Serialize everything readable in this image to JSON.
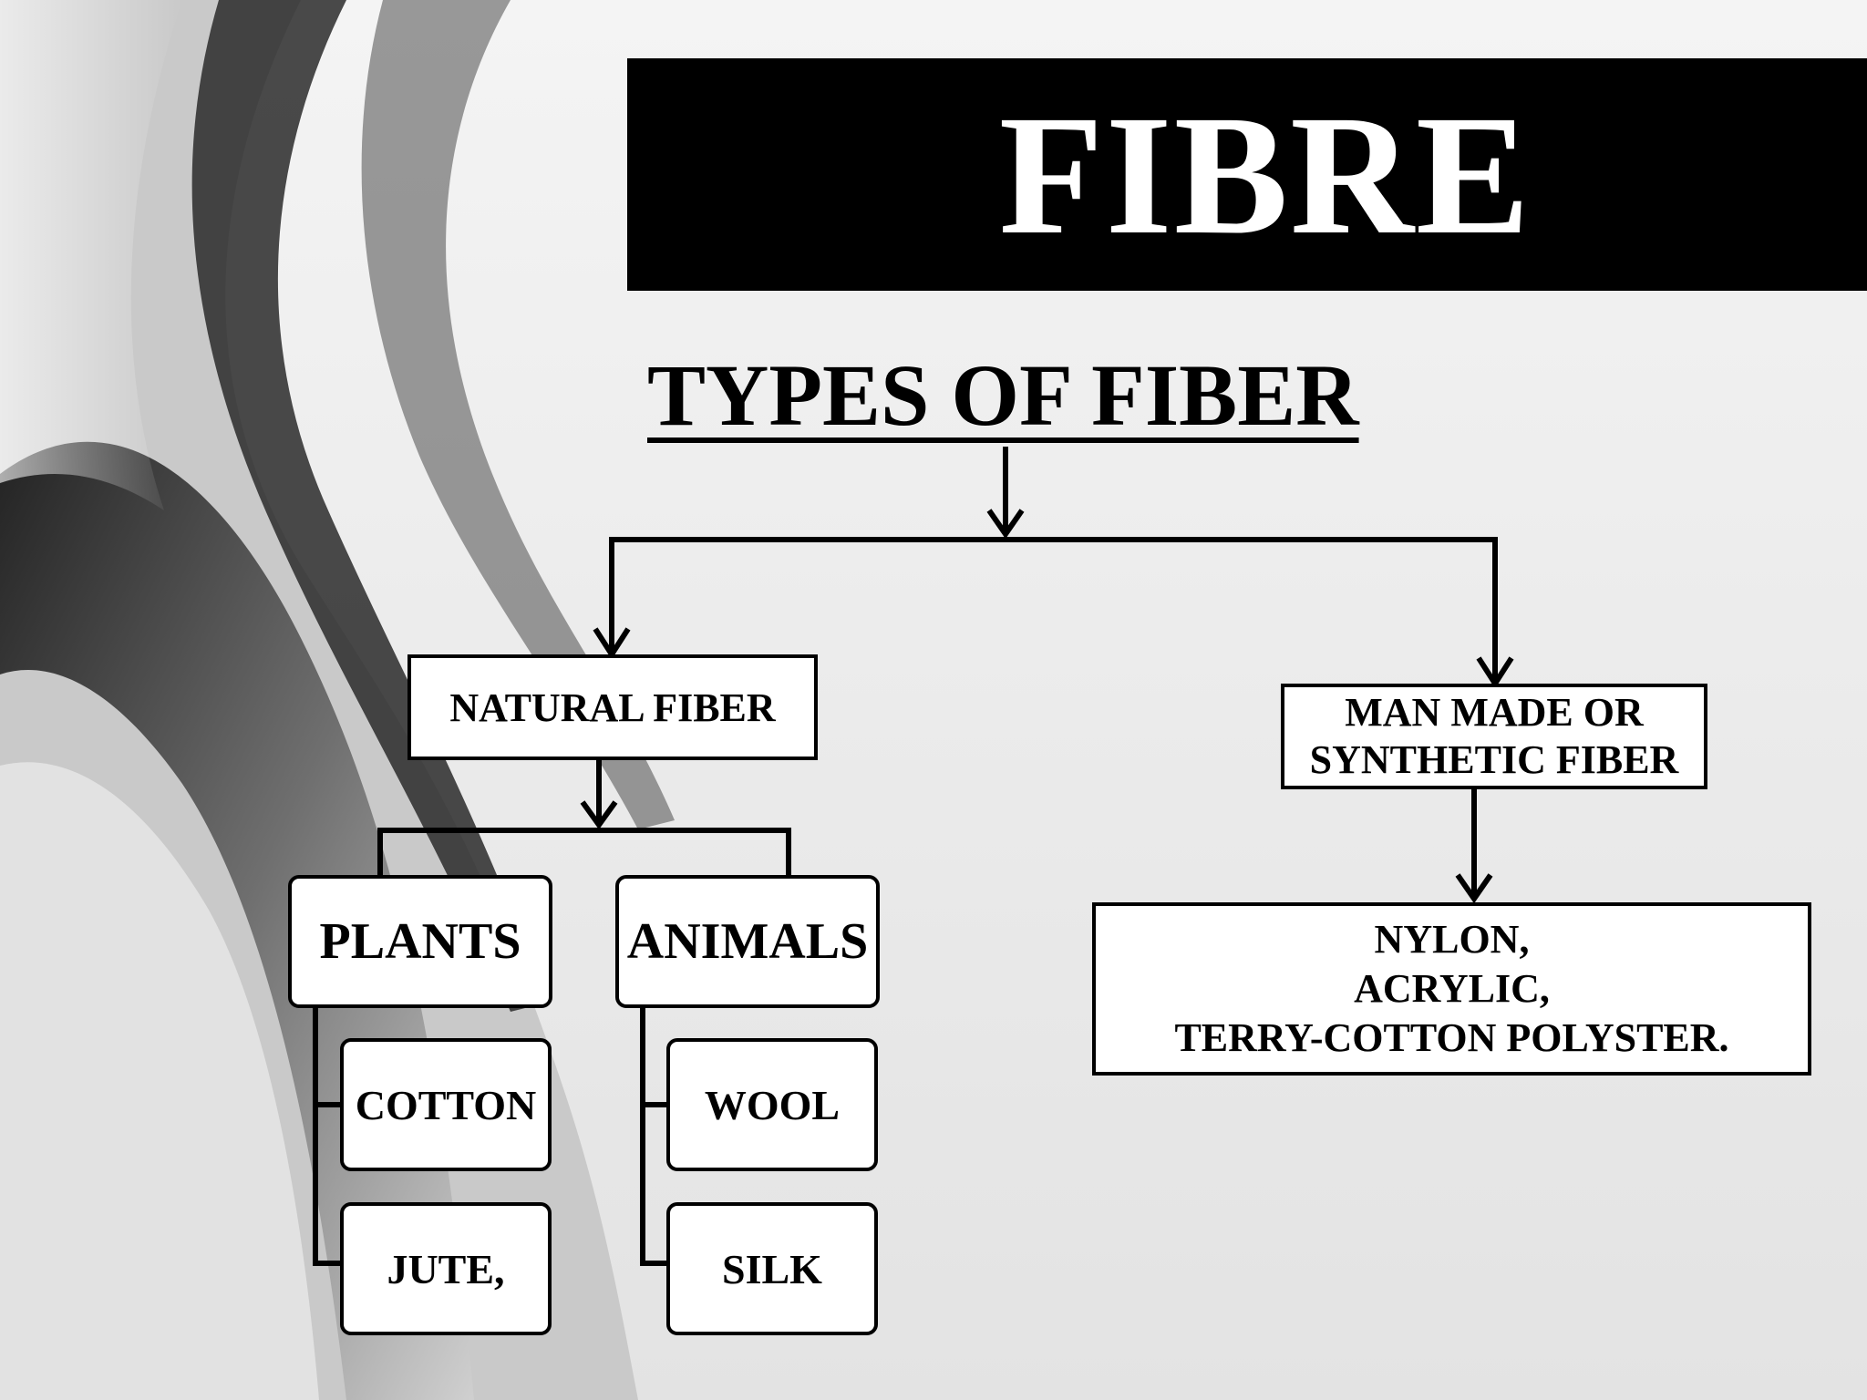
{
  "slide": {
    "title": "FIBRE",
    "subtitle": "TYPES OF FIBER"
  },
  "diagram": {
    "natural": "NATURAL FIBER",
    "manmade_lines": [
      "MAN MADE OR",
      "SYNTHETIC FIBER"
    ],
    "plants": "PLANTS",
    "animals": "ANIMALS",
    "plant_items": [
      "COTTON",
      "JUTE,"
    ],
    "animal_items": [
      "WOOL",
      "SILK"
    ],
    "synthetic_lines": [
      "NYLON,",
      "ACRYLIC,",
      "TERRY-COTTON POLYSTER."
    ]
  },
  "colors": {
    "title_bar": "#000000",
    "title_text": "#ffffff",
    "box_fill": "#ffffff",
    "line": "#000000"
  }
}
